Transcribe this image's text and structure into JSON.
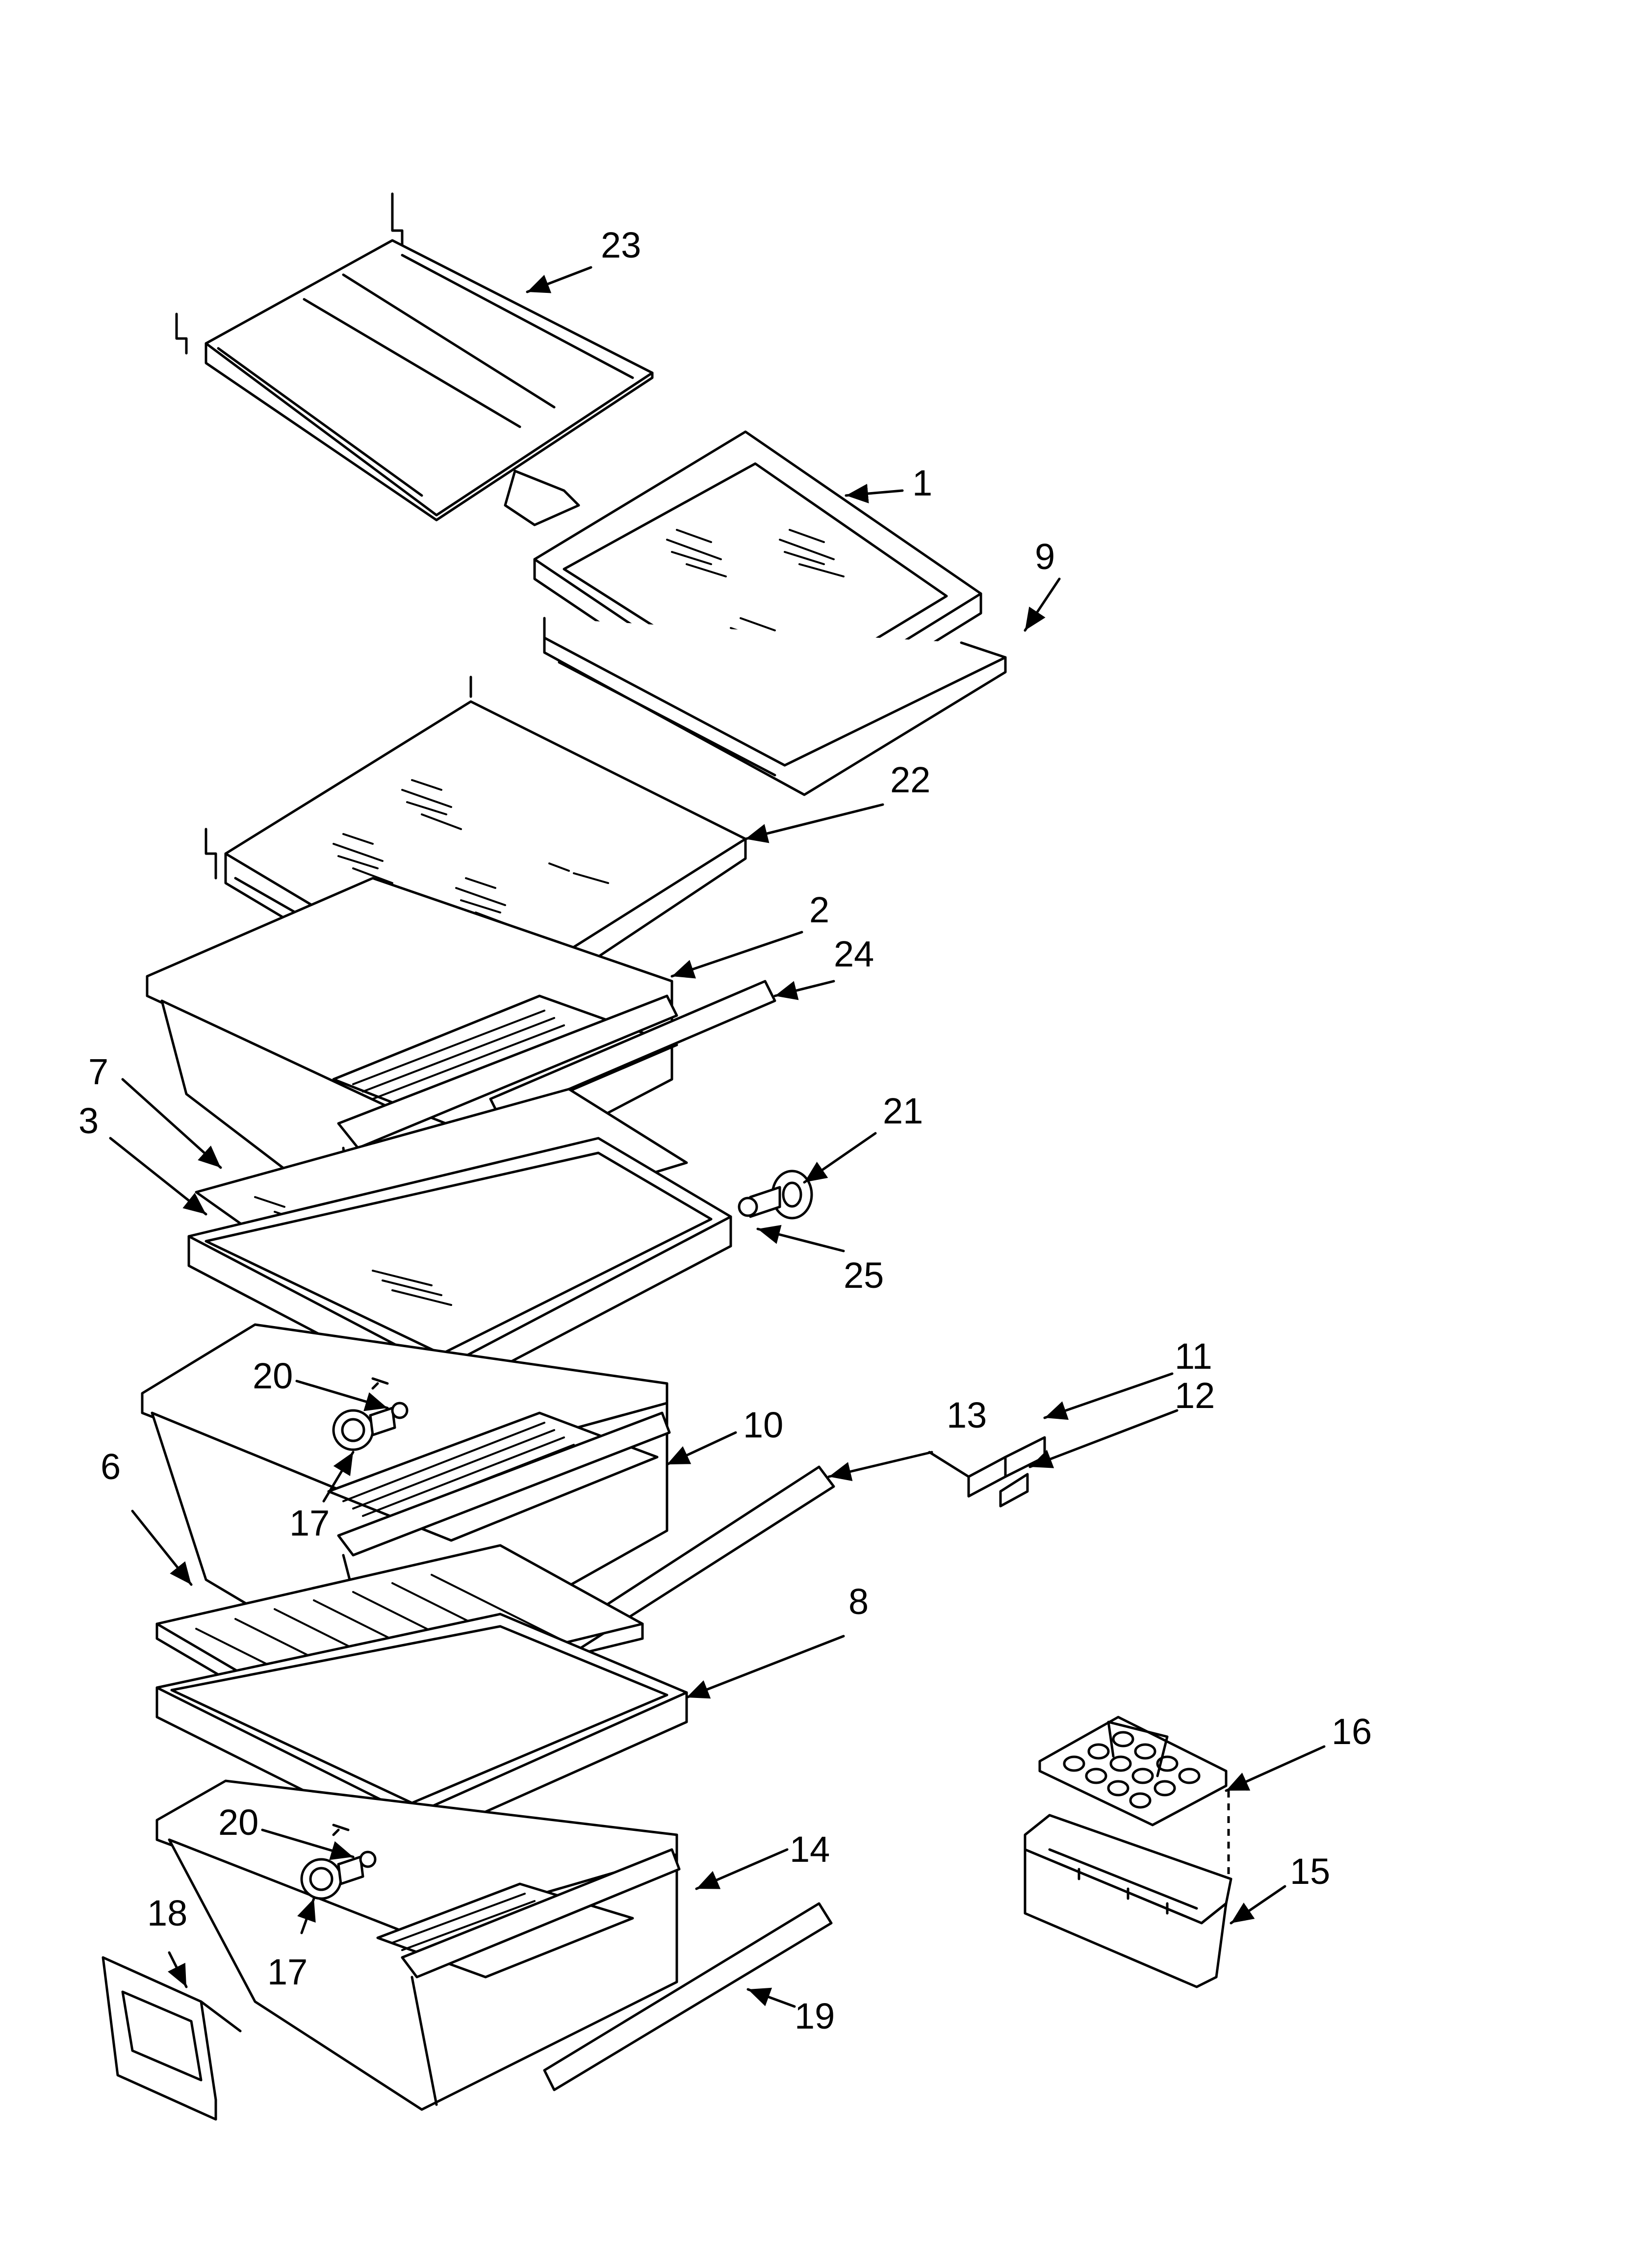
{
  "diagram": {
    "callouts": {
      "p1": "1",
      "p2": "2",
      "p3": "3",
      "p6": "6",
      "p7": "7",
      "p8": "8",
      "p9": "9",
      "p10": "10",
      "p11": "11",
      "p12": "12",
      "p13": "13",
      "p14": "14",
      "p15": "15",
      "p16": "16",
      "p17a": "17",
      "p17b": "17",
      "p18": "18",
      "p19": "19",
      "p20a": "20",
      "p20b": "20",
      "p21": "21",
      "p22": "22",
      "p23": "23",
      "p24": "24",
      "p25": "25"
    },
    "colors": {
      "line": "#000000",
      "background": "#ffffff"
    }
  }
}
